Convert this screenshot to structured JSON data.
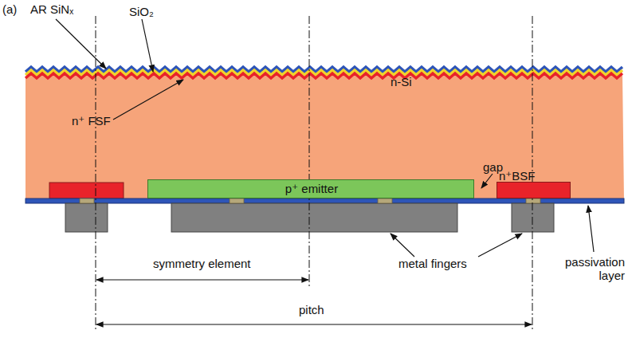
{
  "diagram": {
    "nodes": [
      {
        "text": [
          "n-Si"
        ]
      },
      {
        "text": [
          "p⁺ emitter"
        ],
        "in": 0
      },
      {
        "text": [
          "n⁺BSF"
        ],
        "in": 0
      }
    ],
    "labels": [
      "(a)",
      "AR SiNₓ",
      "SiO₂",
      "n⁺ FSF",
      "gap",
      "symmetry element",
      "metal fingers",
      "passivation layer",
      "pitch"
    ]
  }
}
